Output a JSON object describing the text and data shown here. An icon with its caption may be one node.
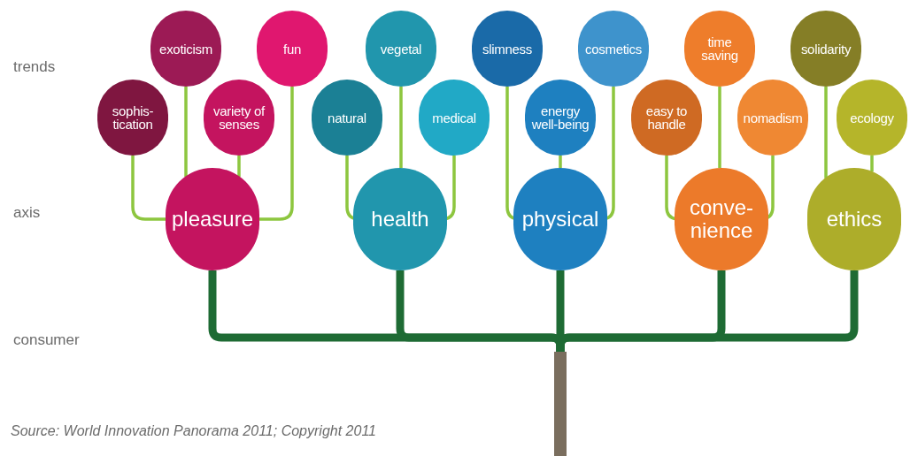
{
  "diagram": {
    "nodes": [
      {
        "text": [
          "exoticism"
        ]
      },
      {
        "text": [
          "fun"
        ]
      },
      {
        "text": [
          "vegetal"
        ]
      },
      {
        "text": [
          "slimness"
        ]
      },
      {
        "text": [
          "cosmetics"
        ]
      },
      {
        "text": [
          "time saving"
        ]
      },
      {
        "text": [
          "solidarity"
        ]
      },
      {
        "text": [
          "sophis- tication"
        ]
      },
      {
        "text": [
          "variety of senses"
        ]
      },
      {
        "text": [
          "natural"
        ]
      },
      {
        "text": [
          "medical"
        ]
      },
      {
        "text": [
          "energy well-being"
        ]
      },
      {
        "text": [
          "easy to handle"
        ]
      },
      {
        "text": [
          "nomadism"
        ]
      },
      {
        "text": [
          "ecology"
        ]
      },
      {
        "text": [
          "pleasure"
        ]
      },
      {
        "text": [
          "health"
        ]
      },
      {
        "text": [
          "physical"
        ]
      },
      {
        "text": [
          "conve- nience"
        ]
      },
      {
        "text": [
          "ethics"
        ]
      },
      {
        "text": [],
        "shape": "bar"
      }
    ],
    "edges": [
      {
        "from": 7,
        "to": 15,
        "arrow": "none"
      },
      {
        "from": 0,
        "to": 15,
        "arrow": "none"
      },
      {
        "from": 8,
        "to": 15,
        "arrow": "none"
      },
      {
        "from": 1,
        "to": 15,
        "arrow": "none"
      },
      {
        "from": 9,
        "to": 16,
        "arrow": "none"
      },
      {
        "from": 2,
        "to": 16,
        "arrow": "none"
      },
      {
        "from": 10,
        "to": 16,
        "arrow": "none"
      },
      {
        "from": 3,
        "to": 17,
        "arrow": "none"
      },
      {
        "from": 11,
        "to": 17,
        "arrow": "none"
      },
      {
        "from": 4,
        "to": 17,
        "arrow": "none"
      },
      {
        "from": 12,
        "to": 18,
        "arrow": "none"
      },
      {
        "from": 5,
        "to": 18,
        "arrow": "none"
      },
      {
        "from": 13,
        "to": 18,
        "arrow": "none"
      },
      {
        "from": 6,
        "to": 19,
        "arrow": "none"
      },
      {
        "from": 14,
        "to": 19,
        "arrow": "none"
      },
      {
        "from": 15,
        "to": 20,
        "arrow": "none",
        "style": "thick",
        "color": "#1e6b34"
      },
      {
        "from": 16,
        "to": 20,
        "arrow": "none",
        "style": "thick",
        "color": "#1e6b34"
      },
      {
        "from": 17,
        "to": 20,
        "arrow": "none",
        "style": "thick",
        "color": "#1e6b34"
      },
      {
        "from": 18,
        "to": 20,
        "arrow": "none",
        "style": "thick",
        "color": "#1e6b34"
      },
      {
        "from": 19,
        "to": 20,
        "arrow": "none",
        "style": "thick",
        "color": "#1e6b34"
      }
    ],
    "labels": [
      "trends",
      "axis",
      "consumer",
      "Source: World Innovation Panorama 2011; Copyright 2011"
    ]
  }
}
